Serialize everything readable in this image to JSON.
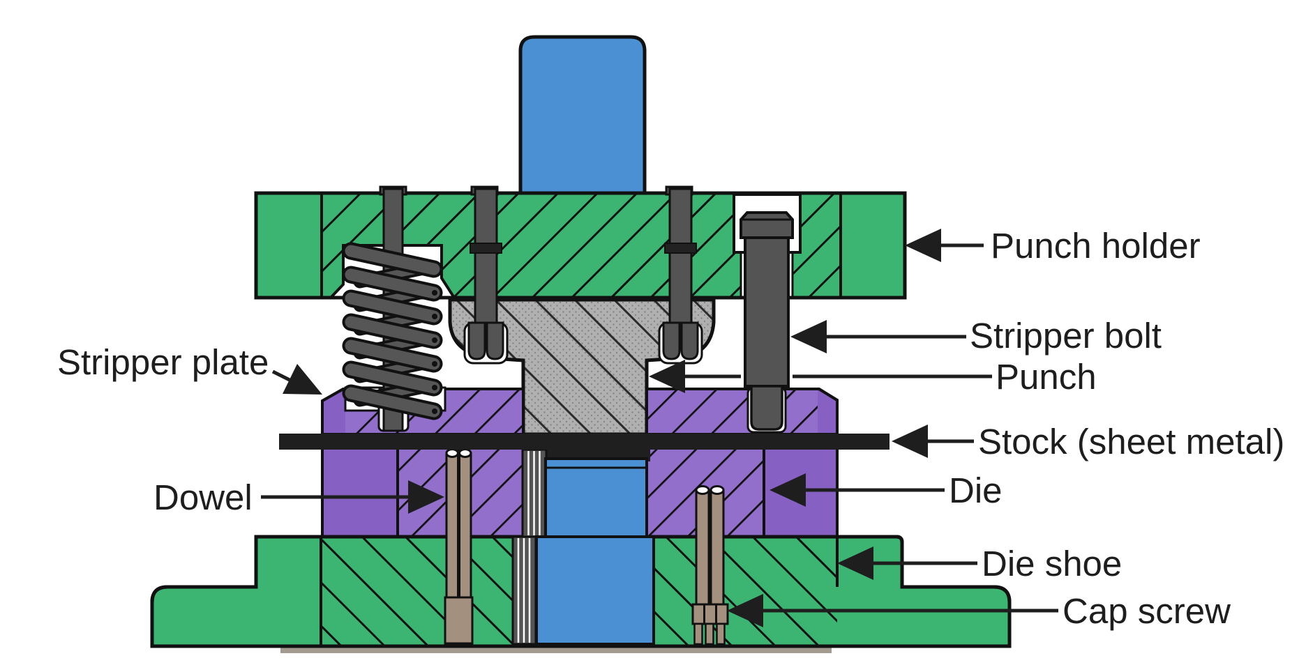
{
  "diagram": {
    "type": "engineering-cross-section",
    "subject": "punch and die stamping tool assembly",
    "labels": {
      "punch_holder": "Punch holder",
      "stripper_bolt": "Stripper bolt",
      "punch": "Punch",
      "stock": "Stock (sheet metal)",
      "die": "Die",
      "die_shoe": "Die shoe",
      "cap_screw": "Cap screw",
      "stripper_plate": "Stripper plate",
      "dowel": "Dowel"
    },
    "colors": {
      "plate_green": "#3CB572",
      "purple_solid": "#8760C3",
      "purple_hatch_bg": "#916FCB",
      "blue": "#4A90D3",
      "punch_gray": "#B0B0B0",
      "metal_dark": "#545454",
      "tan": "#A4907E",
      "stock_black": "#1F1F1F",
      "outline": "#111111",
      "text": "#1E1E1E",
      "background": "#FFFFFF"
    }
  }
}
